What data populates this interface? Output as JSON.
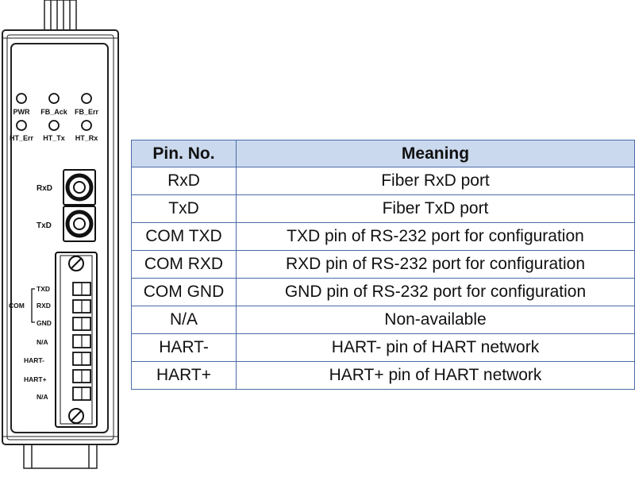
{
  "device": {
    "leds_top": [
      "PWR",
      "FB_Ack",
      "FB_Err"
    ],
    "leds_bottom": [
      "HT_Err",
      "HT_Tx",
      "HT_Rx"
    ],
    "fiber_ports": [
      "RxD",
      "TxD"
    ],
    "com_group_label": "COM",
    "terminal_labels": [
      "TXD",
      "RXD",
      "GND",
      "N/A",
      "HART-",
      "HART+",
      "N/A"
    ]
  },
  "table": {
    "headers": [
      "Pin. No.",
      "Meaning"
    ],
    "rows": [
      [
        "RxD",
        "Fiber RxD port"
      ],
      [
        "TxD",
        "Fiber TxD port"
      ],
      [
        "COM TXD",
        "TXD pin of RS-232 port for configuration"
      ],
      [
        "COM RXD",
        "RXD pin of RS-232 port for configuration"
      ],
      [
        "COM GND",
        "GND pin of RS-232 port for configuration"
      ],
      [
        "N/A",
        "Non-available"
      ],
      [
        "HART-",
        "HART- pin of HART network"
      ],
      [
        "HART+",
        "HART+ pin of HART network"
      ]
    ]
  }
}
